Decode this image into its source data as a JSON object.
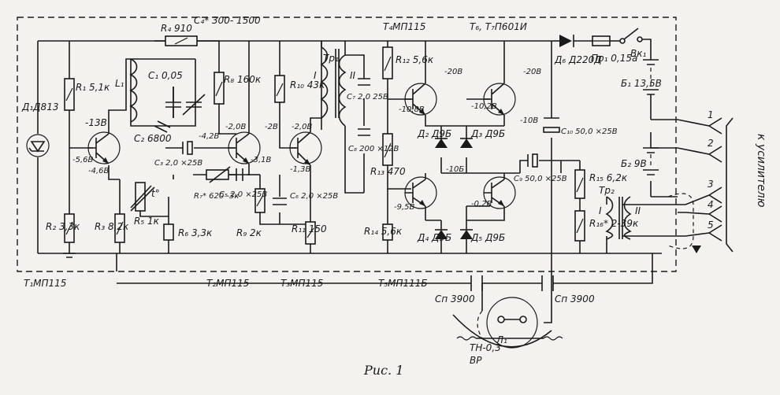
{
  "caption": "Рис. 1",
  "components": {
    "d1": "Д₁Д813",
    "t1": "T₁МП115",
    "t2": "T₂МП115",
    "t3": "T₃МП115",
    "t4": "T₄МП115",
    "t5": "T₅МП111Б",
    "t67": "T₆, T₇П601И",
    "r1": "R₁ 5,1к",
    "r2": "R₂ 3,3к",
    "r3": "R₃ 8,2к",
    "r4": "R₄ 910",
    "r5": "R₅ 1к",
    "r6": "R₆ 3,3к",
    "r7": "R₇* 620 -3к",
    "r8": "R₈ 160к",
    "r9": "R₉ 2к",
    "r10": "R₁₀ 43к",
    "r11": "R₁₁ 150",
    "r12": "R₁₂ 5,6к",
    "r13": "R₁₃ 470",
    "r14": "R₁₄ 5,6к",
    "r15": "R₁₅ 6,2к",
    "r16": "R₁₆* 2-39к",
    "c1": "C₁ 0,05",
    "c2": "C₂ 6800",
    "c3": "C₃ 2,0 ×25В",
    "c4": "C₄* 300- 1500",
    "c5": "C₅ 2,0 ×25В",
    "c6": "C₆ 2,0 ×25В",
    "c7": "C₇ 2,0 25В",
    "c8": "C₈ 200 ×12В",
    "c9": "C₉ 50,0 ×25В",
    "c10": "C₁₀ 50,0 ×25В",
    "cp1": "Cп 3900",
    "cp2": "Cп 3900",
    "l1": "L₁",
    "tr1": "Tр₁",
    "tr2": "Tр₂",
    "d2": "Д₂ Д9Б",
    "d3": "Д₃ Д9Б",
    "d4": "Д₄ Д9Б",
    "d5": "Д₅ Д9Б",
    "d6": "Д₆ Д220Д",
    "pr1": "Пр₁ 0,15а",
    "vk1": "Вк₁",
    "b1": "Б₁ 13,5В",
    "b2": "Б₂ 9В",
    "lamp": "Л₁",
    "lamp_type": "ТН-0,3",
    "lamp_sub": "ВР",
    "thermistor": "t°",
    "amp_label": "к усилителю"
  },
  "voltages": [
    "-13В",
    "-5,6В",
    "-4,6В",
    "-4,2В",
    "-2,0В",
    "-2В",
    "-1,3В",
    "-2,0В",
    "-3,1В",
    "-20В",
    "-10,8В",
    "-10,2В",
    "-20В",
    "-10В",
    "-10Б",
    "-9,5В",
    "-0,2В"
  ],
  "terminals": [
    "1",
    "2",
    "3",
    "4",
    "5"
  ],
  "roman": [
    "I",
    "II",
    "I",
    "II"
  ]
}
